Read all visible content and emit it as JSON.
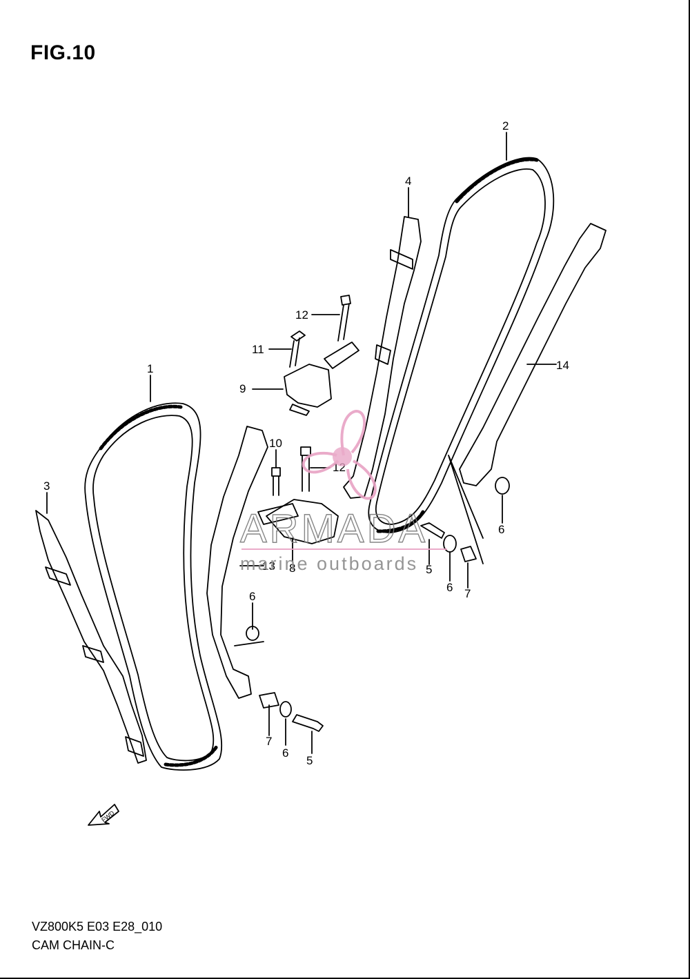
{
  "figure": {
    "title": "FIG.10",
    "model_code": "VZ800K5 E03 E28_010",
    "diagram_name": "CAM CHAIN-C"
  },
  "callouts": [
    "1",
    "2",
    "3",
    "4",
    "5",
    "6",
    "7",
    "8",
    "9",
    "10",
    "11",
    "12",
    "13",
    "14"
  ],
  "fwd_label": "FWD",
  "watermark": {
    "brand": "ARMADA",
    "tagline": "marine outboards",
    "accent_color": "#e8a2c4",
    "gray_color": "#7a7a7a"
  }
}
